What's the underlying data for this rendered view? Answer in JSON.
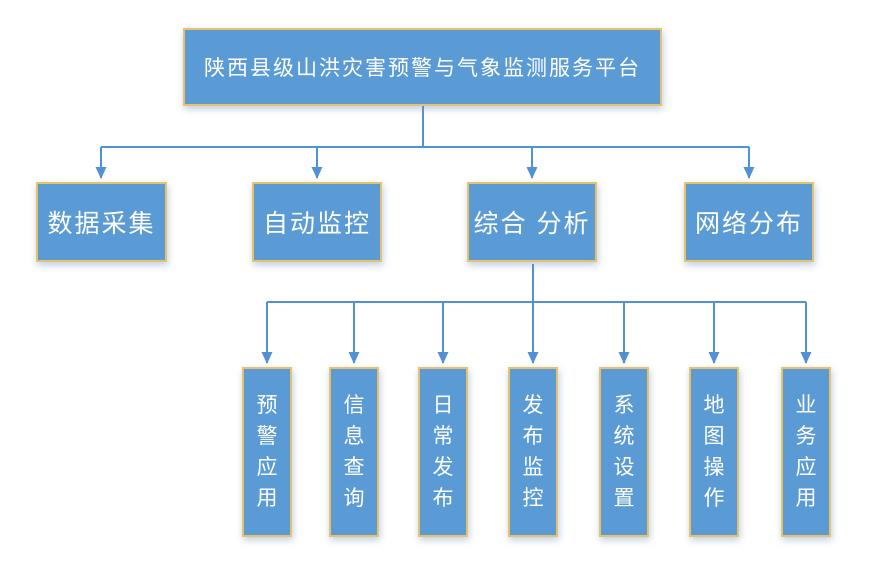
{
  "root": {
    "label": "陕西县级山洪灾害预警与气象监测服务平台"
  },
  "level2": [
    {
      "label": "数据采集"
    },
    {
      "label": "自动监控"
    },
    {
      "label": "综合 分析"
    },
    {
      "label": "网络分布"
    }
  ],
  "level3": [
    {
      "label": "预警应用"
    },
    {
      "label": "信息查询"
    },
    {
      "label": "日常发布"
    },
    {
      "label": "发布监控"
    },
    {
      "label": "系统设置"
    },
    {
      "label": "地图操作"
    },
    {
      "label": "业务应用"
    }
  ],
  "colors": {
    "box_fill": "#5B9BD5",
    "box_border": "#E8C268",
    "connector": "#5291D3",
    "text": "#FFFFFF",
    "background": "#FFFFFF"
  }
}
